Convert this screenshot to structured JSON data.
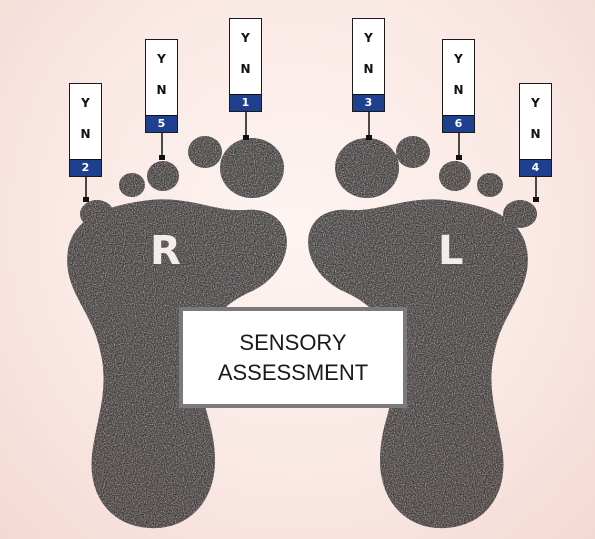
{
  "feet": {
    "right_label": "R",
    "left_label": "L"
  },
  "tags": [
    {
      "yes": "Y",
      "no": "N",
      "number": "2"
    },
    {
      "yes": "Y",
      "no": "N",
      "number": "5"
    },
    {
      "yes": "Y",
      "no": "N",
      "number": "1"
    },
    {
      "yes": "Y",
      "no": "N",
      "number": "3"
    },
    {
      "yes": "Y",
      "no": "N",
      "number": "6"
    },
    {
      "yes": "Y",
      "no": "N",
      "number": "4"
    }
  ],
  "title_box": {
    "line1": "SENSORY",
    "line2": "ASSESSMENT"
  },
  "colors": {
    "tag_number_bg": "#1f3f8f",
    "footprint": "#2b2b2b",
    "background": "#fae9e5",
    "title_border": "#7a7a7a"
  }
}
